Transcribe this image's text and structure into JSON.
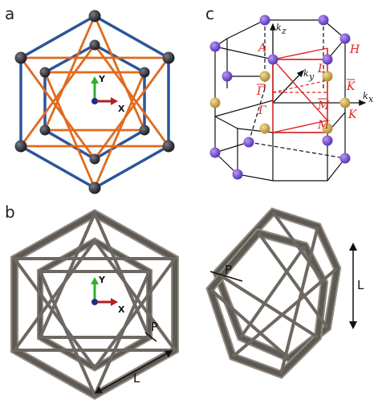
{
  "panels": {
    "a": "a",
    "b": "b",
    "c": "c"
  },
  "axes": {
    "y": "Y",
    "x": "X"
  },
  "dimensions": {
    "p": "P",
    "l": "L"
  },
  "k_axes": {
    "kz": "k",
    "kz_sub": "z",
    "kx": "k",
    "kx_sub": "x",
    "ky": "k",
    "ky_sub": "y"
  },
  "high_symmetry_points": {
    "A": "A",
    "H": "H",
    "L": "L",
    "Gamma_bar": "Γ",
    "K_bar": "K",
    "Gamma": "Γ",
    "M_bar": "M",
    "M": "M",
    "K": "K"
  },
  "colors": {
    "outer_hex": "#2c5599",
    "star": "#e06a1e",
    "node": "#2a2a2f",
    "frame": "#5e5953",
    "frame_light": "#8f8a83",
    "purple_atom": "#7a4fd6",
    "gold_atom": "#d3b25a",
    "bz_red": "#e02020",
    "y_arrow": "#2fae2f",
    "x_arrow": "#b02020",
    "z_dot": "#1f2d8a"
  },
  "icons": {
    "axis_triad": "xyz-axis-triad-icon"
  }
}
